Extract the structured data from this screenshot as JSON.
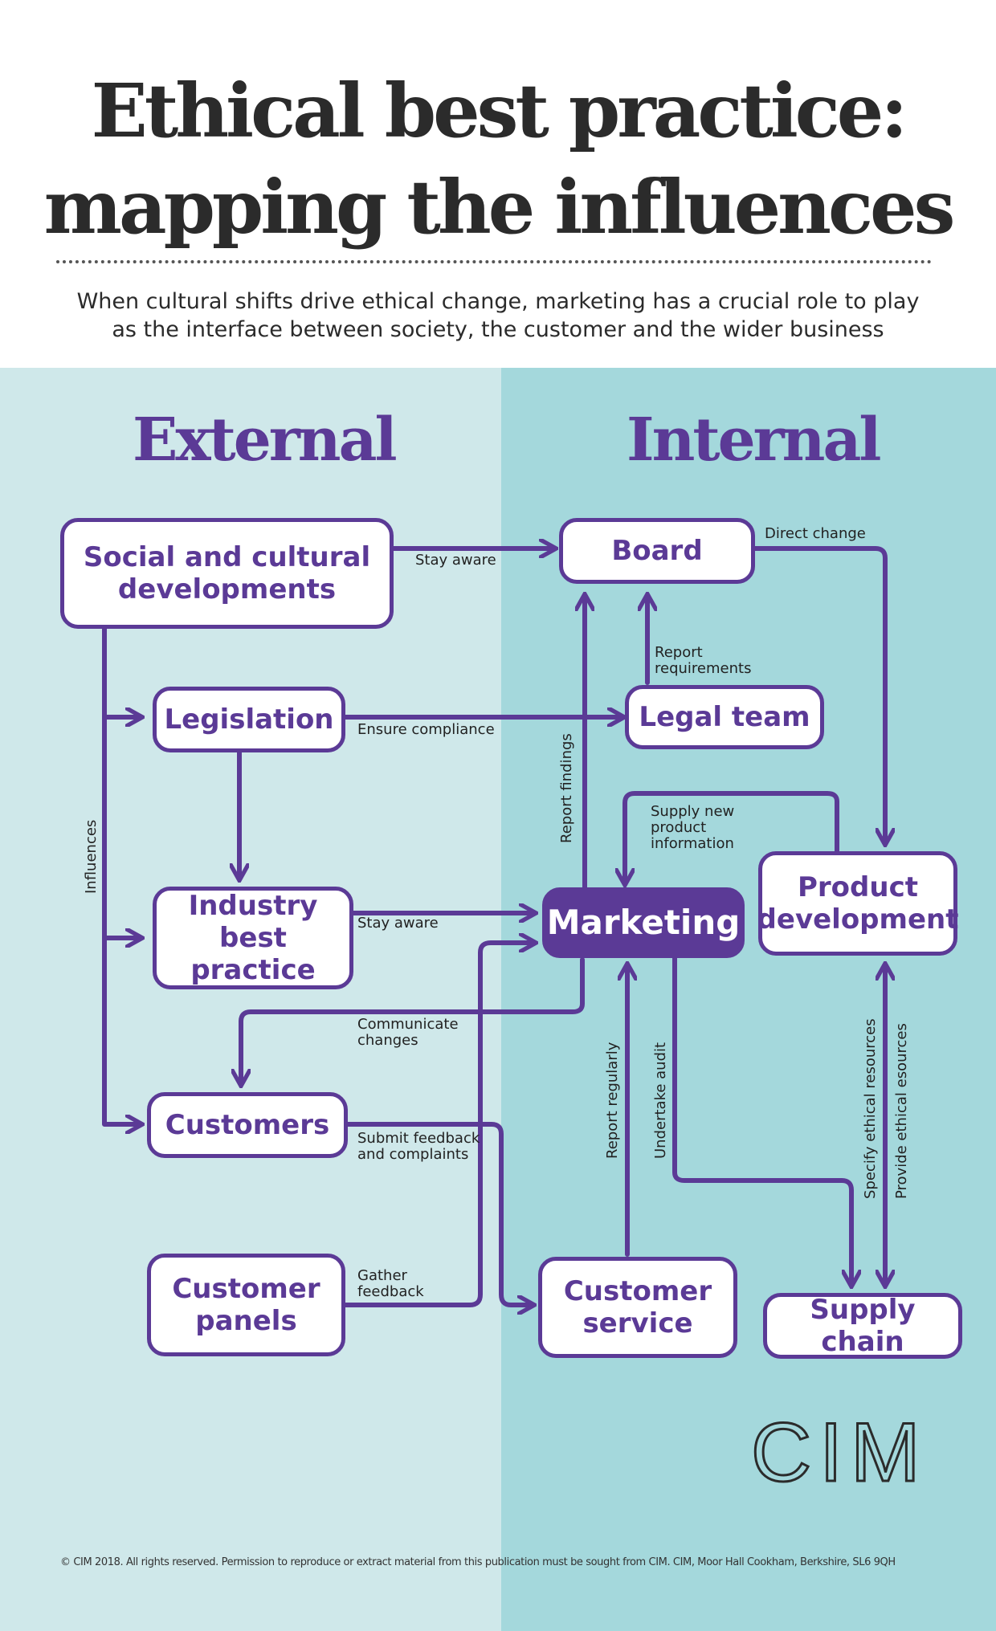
{
  "title_line1": "Ethical best practice:",
  "title_line2": "mapping the influences",
  "subtitle_line1": "When cultural shifts drive ethical change, marketing has a crucial role to play",
  "subtitle_line2": "as the interface between society, the customer and the wider business",
  "columns": {
    "external": "External",
    "internal": "Internal"
  },
  "nodes": {
    "social": "Social and cultural\ndevelopments",
    "legislation": "Legislation",
    "industry": "Industry\nbest practice",
    "customers": "Customers",
    "panels": "Customer\npanels",
    "board": "Board",
    "legal": "Legal team",
    "marketing": "Marketing",
    "product": "Product\ndevelopment",
    "service": "Customer\nservice",
    "supply": "Supply chain"
  },
  "labels": {
    "stay_aware_board": "Stay aware",
    "direct_change": "Direct change",
    "report_requirements": "Report\nrequirements",
    "ensure_compliance": "Ensure compliance",
    "report_findings": "Report findings",
    "supply_info": "Supply new\nproduct\ninformation",
    "influences": "Influences",
    "stay_aware_marketing": "Stay aware",
    "communicate_changes": "Communicate\nchanges",
    "submit_feedback": "Submit feedback\nand complaints",
    "report_regularly": "Report regularly",
    "undertake_audit": "Undertake audit",
    "specify_resources": "Specify ethical resources",
    "provide_resources": "Provide ethical esources",
    "gather_feedback": "Gather\nfeedback"
  },
  "logo": "CIM",
  "copyright": "© CIM 2018. All rights reserved. Permission to reproduce or extract material from this publication must be sought from CIM. CIM, Moor Hall Cookham, Berkshire, SL6 9QH",
  "colors": {
    "purple": "#5b3a96",
    "external_bg": "#cfe8ea",
    "internal_bg": "#a4d8dc",
    "text": "#2b2b2b"
  }
}
